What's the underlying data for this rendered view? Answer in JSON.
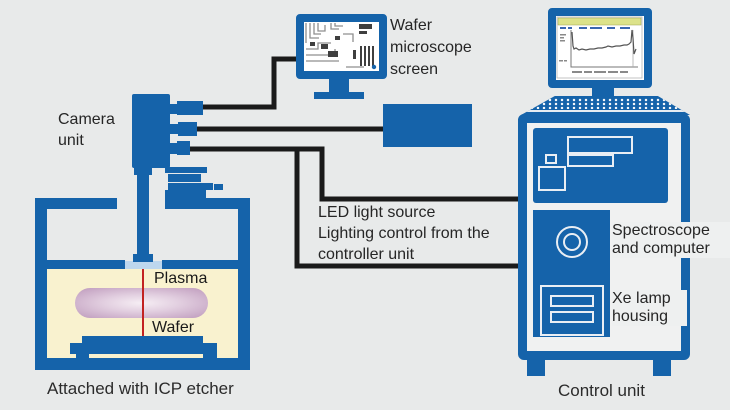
{
  "colors": {
    "blue": "#1563aa",
    "background": "#e8eaea",
    "chamber_fill": "#f9f2cf",
    "plasma_fill": "#c7a7c5",
    "beam_red": "#c22222",
    "cable_black": "#1a1a1a",
    "window_title_yellow": "#dce28a"
  },
  "camera": {
    "label": "Camera unit"
  },
  "microscope_monitor": {
    "label": "Wafer microscope screen"
  },
  "led": {
    "line1": "LED light source",
    "line2": "Lighting control from the controller unit"
  },
  "etcher": {
    "plasma_label": "Plasma",
    "wafer_label": "Wafer",
    "caption": "Attached with ICP etcher"
  },
  "control": {
    "spectroscope_label": "Spectroscope and computer",
    "xe_label": "Xe lamp housing",
    "caption": "Control unit"
  }
}
